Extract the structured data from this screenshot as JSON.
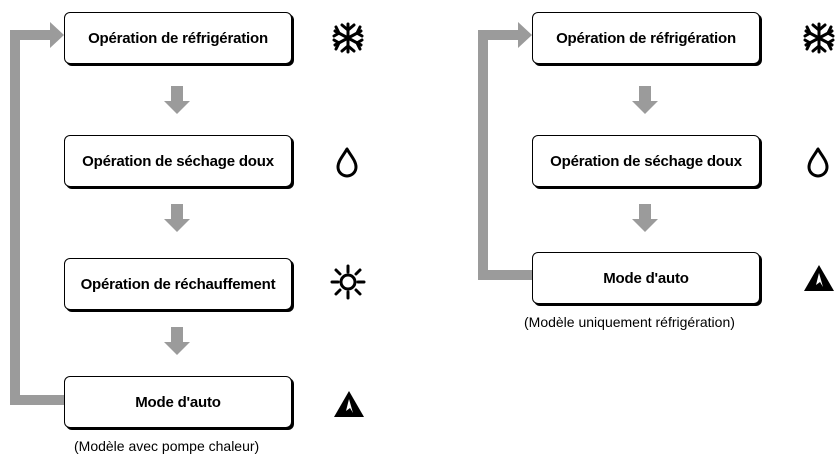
{
  "colors": {
    "arrow": "#9b9b9b",
    "box_border": "#000000",
    "icon": "#000000"
  },
  "left_panel": {
    "steps": [
      {
        "label": "Opération de réfrigération",
        "icon": "snowflake-icon"
      },
      {
        "label": "Opération de séchage doux",
        "icon": "droplet-icon"
      },
      {
        "label": "Opération de réchauffement",
        "icon": "sun-icon"
      },
      {
        "label": "Mode d'auto",
        "icon": "auto-mode-icon"
      }
    ],
    "caption": "(Modèle avec pompe chaleur)"
  },
  "right_panel": {
    "steps": [
      {
        "label": "Opération de réfrigération",
        "icon": "snowflake-icon"
      },
      {
        "label": "Opération de séchage doux",
        "icon": "droplet-icon"
      },
      {
        "label": "Mode d'auto",
        "icon": "auto-mode-icon"
      }
    ],
    "caption": "(Modèle uniquement réfrigération)"
  }
}
